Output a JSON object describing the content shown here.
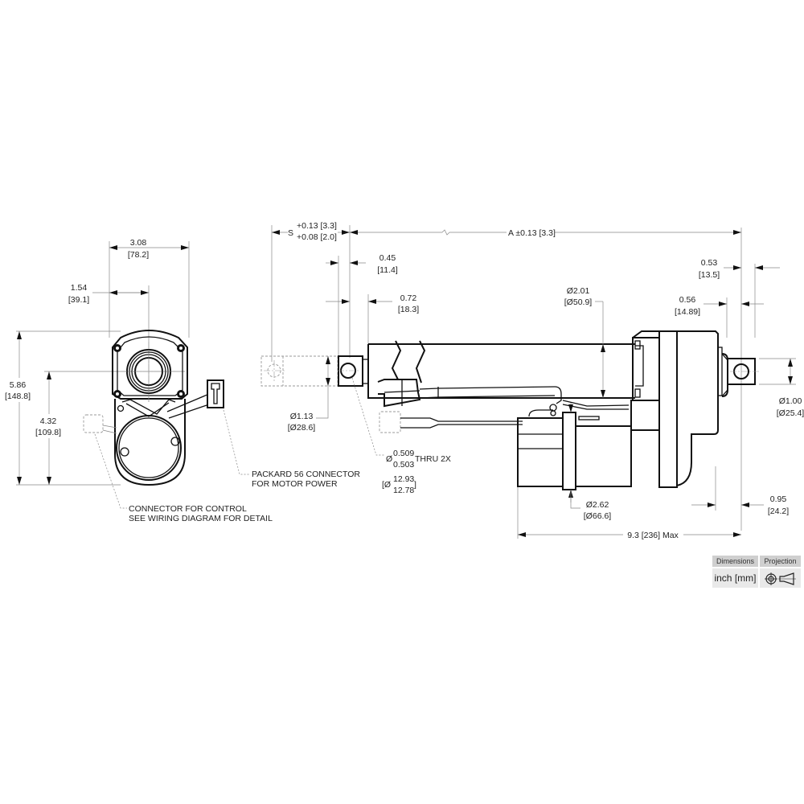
{
  "drawing": {
    "title": "Linear actuator dimensional drawing",
    "end_view": {
      "width": {
        "in": "3.08",
        "mm": "[78.2]"
      },
      "half_width": {
        "in": "1.54",
        "mm": "[39.1]"
      },
      "height": {
        "in": "5.86",
        "mm": "[148.8]"
      },
      "axis_height": {
        "in": "4.32",
        "mm": "[109.8]"
      },
      "note_power": [
        "PACKARD 56 CONNECTOR",
        "FOR MOTOR POWER"
      ],
      "note_control": [
        "CONNECTOR FOR CONTROL",
        "SEE WIRING DIAGRAM FOR DETAIL"
      ]
    },
    "side_view": {
      "stroke": {
        "label": "S",
        "plus": "+0.13 [3.3]",
        "minus": "+0.08 [2.0]"
      },
      "retracted_length": {
        "label": "A ±0.13 [3.3]"
      },
      "rod_end_offset": {
        "in": "0.45",
        "mm": "[11.4]"
      },
      "rod_end_length": {
        "in": "0.72",
        "mm": "[18.3]"
      },
      "rod_end_height": {
        "in": "Ø1.13",
        "mm": "[Ø28.6]"
      },
      "hole": {
        "sym": "Ø",
        "max": "0.509",
        "min": "0.503",
        "thru": "THRU 2X",
        "mm_open": "[Ø",
        "mm_max": "12.93",
        "mm_min": "12.78",
        "mm_close": "]"
      },
      "tube_dia": {
        "in": "Ø2.01",
        "mm": "[Ø50.9]"
      },
      "rear_clevis_offset": {
        "in": "0.53",
        "mm": "[13.5]"
      },
      "rear_clevis_length": {
        "in": "0.56",
        "mm": "[14.89]"
      },
      "rear_clevis_height": {
        "in": "Ø1.00",
        "mm": "[Ø25.4]"
      },
      "motor_dia": {
        "in": "Ø2.62",
        "mm": "[Ø66.6]"
      },
      "rear_offset": {
        "in": "0.95",
        "mm": "[24.2]"
      },
      "overall_max": {
        "label": "9.3 [236] Max"
      }
    }
  },
  "legend": {
    "dimensions_header": "Dimensions",
    "projection_header": "Projection",
    "units": "inch [mm]",
    "projection_icon": "third-angle-projection-icon"
  }
}
